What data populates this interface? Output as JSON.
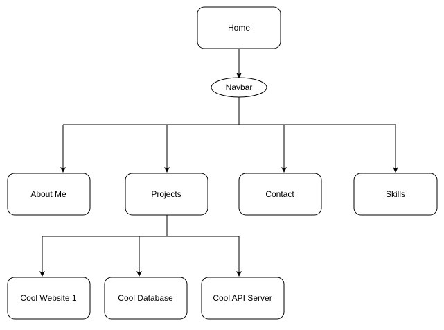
{
  "diagram": {
    "nodes": {
      "home": "Home",
      "navbar": "Navbar",
      "about": "About Me",
      "projects": "Projects",
      "contact": "Contact",
      "skills": "Skills",
      "website": "Cool Website 1",
      "database": "Cool Database",
      "api": "Cool API Server"
    }
  }
}
